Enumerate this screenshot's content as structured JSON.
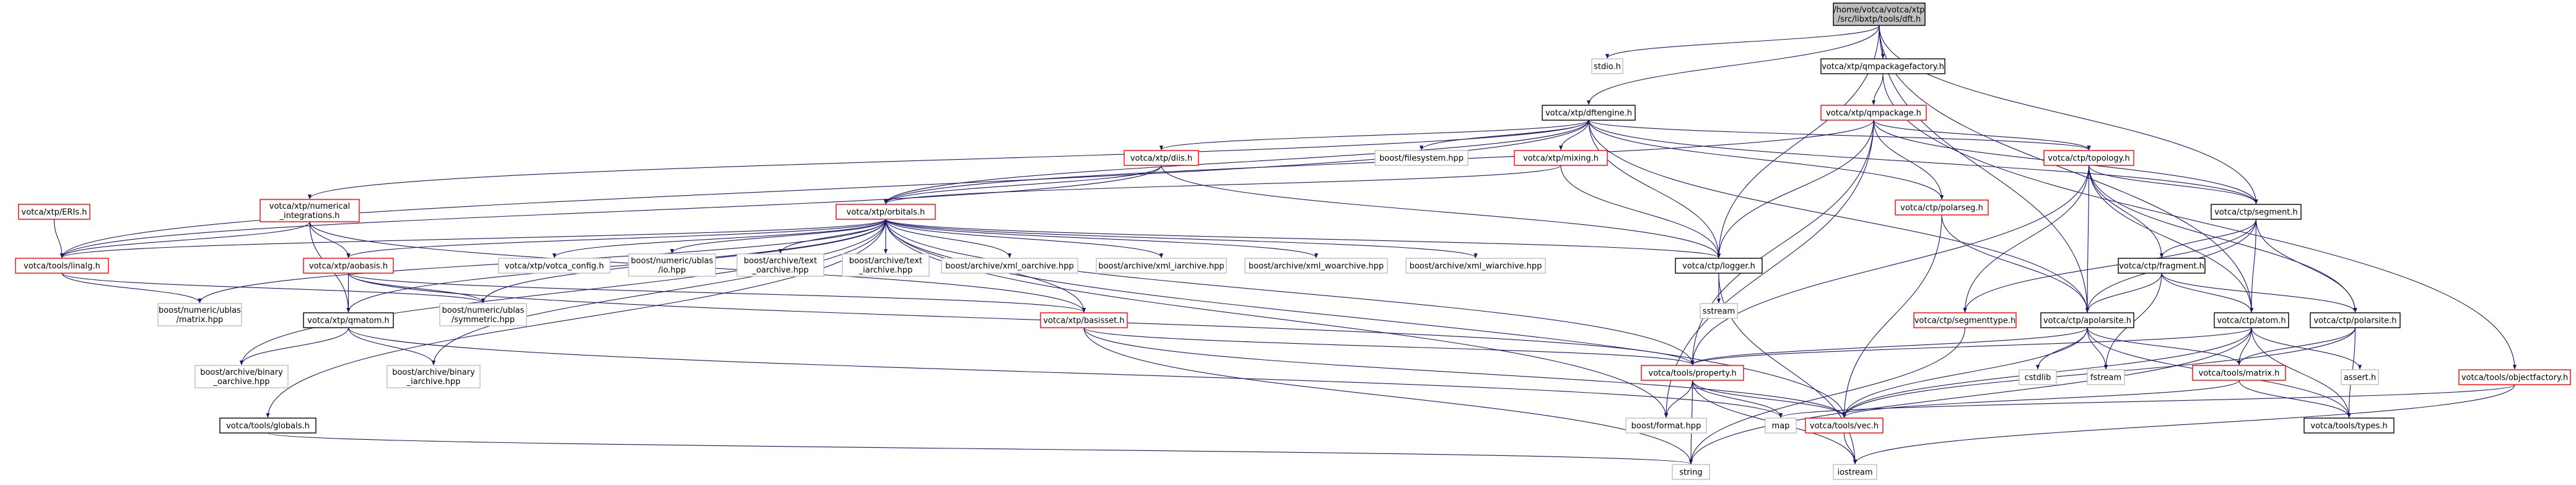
{
  "nodes": {
    "root": {
      "lines": [
        "/home/votca/votca/xtp",
        "/src/libxtp/tools/dft.h"
      ],
      "kind": "root"
    },
    "stdio": {
      "lines": [
        "stdio.h"
      ],
      "kind": "sys"
    },
    "qmpackagefactory": {
      "lines": [
        "votca/xtp/qmpackagefactory.h"
      ],
      "kind": "doc"
    },
    "dftengine": {
      "lines": [
        "votca/xtp/dftengine.h"
      ],
      "kind": "doc"
    },
    "qmpackage": {
      "lines": [
        "votca/xtp/qmpackage.h"
      ],
      "kind": "doc_red"
    },
    "erisx": {
      "lines": [
        "votca/xtp/ERIs.h"
      ],
      "kind": "doc_red"
    },
    "numerical": {
      "lines": [
        "votca/xtp/numerical",
        "_integrations.h"
      ],
      "kind": "doc_red"
    },
    "eris": {
      "lines": [
        "votca/xtp/ERIs.h"
      ],
      "kind": "doc_red"
    },
    "diis": {
      "lines": [
        "votca/xtp/diis.h"
      ],
      "kind": "doc_red"
    },
    "mixing": {
      "lines": [
        "votca/xtp/mixing.h"
      ],
      "kind": "doc_red"
    },
    "filesystem": {
      "lines": [
        "boost/filesystem.hpp"
      ],
      "kind": "sys"
    },
    "topology": {
      "lines": [
        "votca/ctp/topology.h"
      ],
      "kind": "doc_red"
    },
    "orbitals": {
      "lines": [
        "votca/xtp/orbitals.h"
      ],
      "kind": "doc_red"
    },
    "polarseg": {
      "lines": [
        "votca/ctp/polarseg.h"
      ],
      "kind": "doc_red"
    },
    "segment": {
      "lines": [
        "votca/ctp/segment.h"
      ],
      "kind": "doc"
    },
    "linalg": {
      "lines": [
        "votca/tools/linalg.h"
      ],
      "kind": "doc_red"
    },
    "aobasis": {
      "lines": [
        "votca/xtp/aobasis.h"
      ],
      "kind": "doc_red"
    },
    "vconfig": {
      "lines": [
        "votca/xtp/votca_config.h"
      ],
      "kind": "sys"
    },
    "ublasio": {
      "lines": [
        "boost/numeric/ublas",
        "/io.hpp"
      ],
      "kind": "sys"
    },
    "textoarch": {
      "lines": [
        "boost/archive/text",
        "_oarchive.hpp"
      ],
      "kind": "sys"
    },
    "textiarch": {
      "lines": [
        "boost/archive/text",
        "_iarchive.hpp"
      ],
      "kind": "sys"
    },
    "xmloarch": {
      "lines": [
        "boost/archive/xml_oarchive.hpp"
      ],
      "kind": "sys"
    },
    "xmliarch": {
      "lines": [
        "boost/archive/xml_iarchive.hpp"
      ],
      "kind": "sys"
    },
    "xmlwoarch": {
      "lines": [
        "boost/archive/xml_woarchive.hpp"
      ],
      "kind": "sys"
    },
    "xmlwiarch": {
      "lines": [
        "boost/archive/xml_wiarchive.hpp"
      ],
      "kind": "sys"
    },
    "logger": {
      "lines": [
        "votca/ctp/logger.h"
      ],
      "kind": "doc"
    },
    "fragment": {
      "lines": [
        "votca/ctp/fragment.h"
      ],
      "kind": "doc"
    },
    "ublasmatrix": {
      "lines": [
        "boost/numeric/ublas",
        "/matrix.hpp"
      ],
      "kind": "sys"
    },
    "qmatom": {
      "lines": [
        "votca/xtp/qmatom.h"
      ],
      "kind": "doc"
    },
    "ublassym": {
      "lines": [
        "boost/numeric/ublas",
        "/symmetric.hpp"
      ],
      "kind": "sys"
    },
    "basisset": {
      "lines": [
        "votca/xtp/basisset.h"
      ],
      "kind": "doc_red"
    },
    "segmenttype": {
      "lines": [
        "votca/ctp/segmenttype.h"
      ],
      "kind": "doc_red"
    },
    "apolarsite": {
      "lines": [
        "votca/ctp/apolarsite.h"
      ],
      "kind": "doc"
    },
    "atom": {
      "lines": [
        "votca/ctp/atom.h"
      ],
      "kind": "doc"
    },
    "polarsite": {
      "lines": [
        "votca/ctp/polarsite.h"
      ],
      "kind": "doc"
    },
    "sstream": {
      "lines": [
        "sstream"
      ],
      "kind": "sys"
    },
    "binoarch": {
      "lines": [
        "boost/archive/binary",
        "_oarchive.hpp"
      ],
      "kind": "sys"
    },
    "biniarch": {
      "lines": [
        "boost/archive/binary",
        "_iarchive.hpp"
      ],
      "kind": "sys"
    },
    "globals": {
      "lines": [
        "votca/tools/globals.h"
      ],
      "kind": "doc"
    },
    "property": {
      "lines": [
        "votca/tools/property.h"
      ],
      "kind": "doc_red"
    },
    "cstdlib": {
      "lines": [
        "cstdlib"
      ],
      "kind": "sys"
    },
    "fstream": {
      "lines": [
        "fstream"
      ],
      "kind": "sys"
    },
    "matrix": {
      "lines": [
        "votca/tools/matrix.h"
      ],
      "kind": "doc_red"
    },
    "assert": {
      "lines": [
        "assert.h"
      ],
      "kind": "sys"
    },
    "objectfactory": {
      "lines": [
        "votca/tools/objectfactory.h"
      ],
      "kind": "doc_red"
    },
    "format": {
      "lines": [
        "boost/format.hpp"
      ],
      "kind": "sys"
    },
    "map": {
      "lines": [
        "map"
      ],
      "kind": "sys"
    },
    "vec": {
      "lines": [
        "votca/tools/vec.h"
      ],
      "kind": "doc_red"
    },
    "types": {
      "lines": [
        "votca/tools/types.h"
      ],
      "kind": "doc"
    },
    "string": {
      "lines": [
        "string"
      ],
      "kind": "sys"
    },
    "iostream": {
      "lines": [
        "iostream"
      ],
      "kind": "sys"
    }
  },
  "colors": {
    "root_fill": "#bfbfbf",
    "doc_fill": "#ffffff",
    "doc_stroke": "#000000",
    "red_stroke": "#ff0000",
    "sys_stroke": "#bfbfbf",
    "sys_text": "#000000",
    "edge": "#191970"
  }
}
